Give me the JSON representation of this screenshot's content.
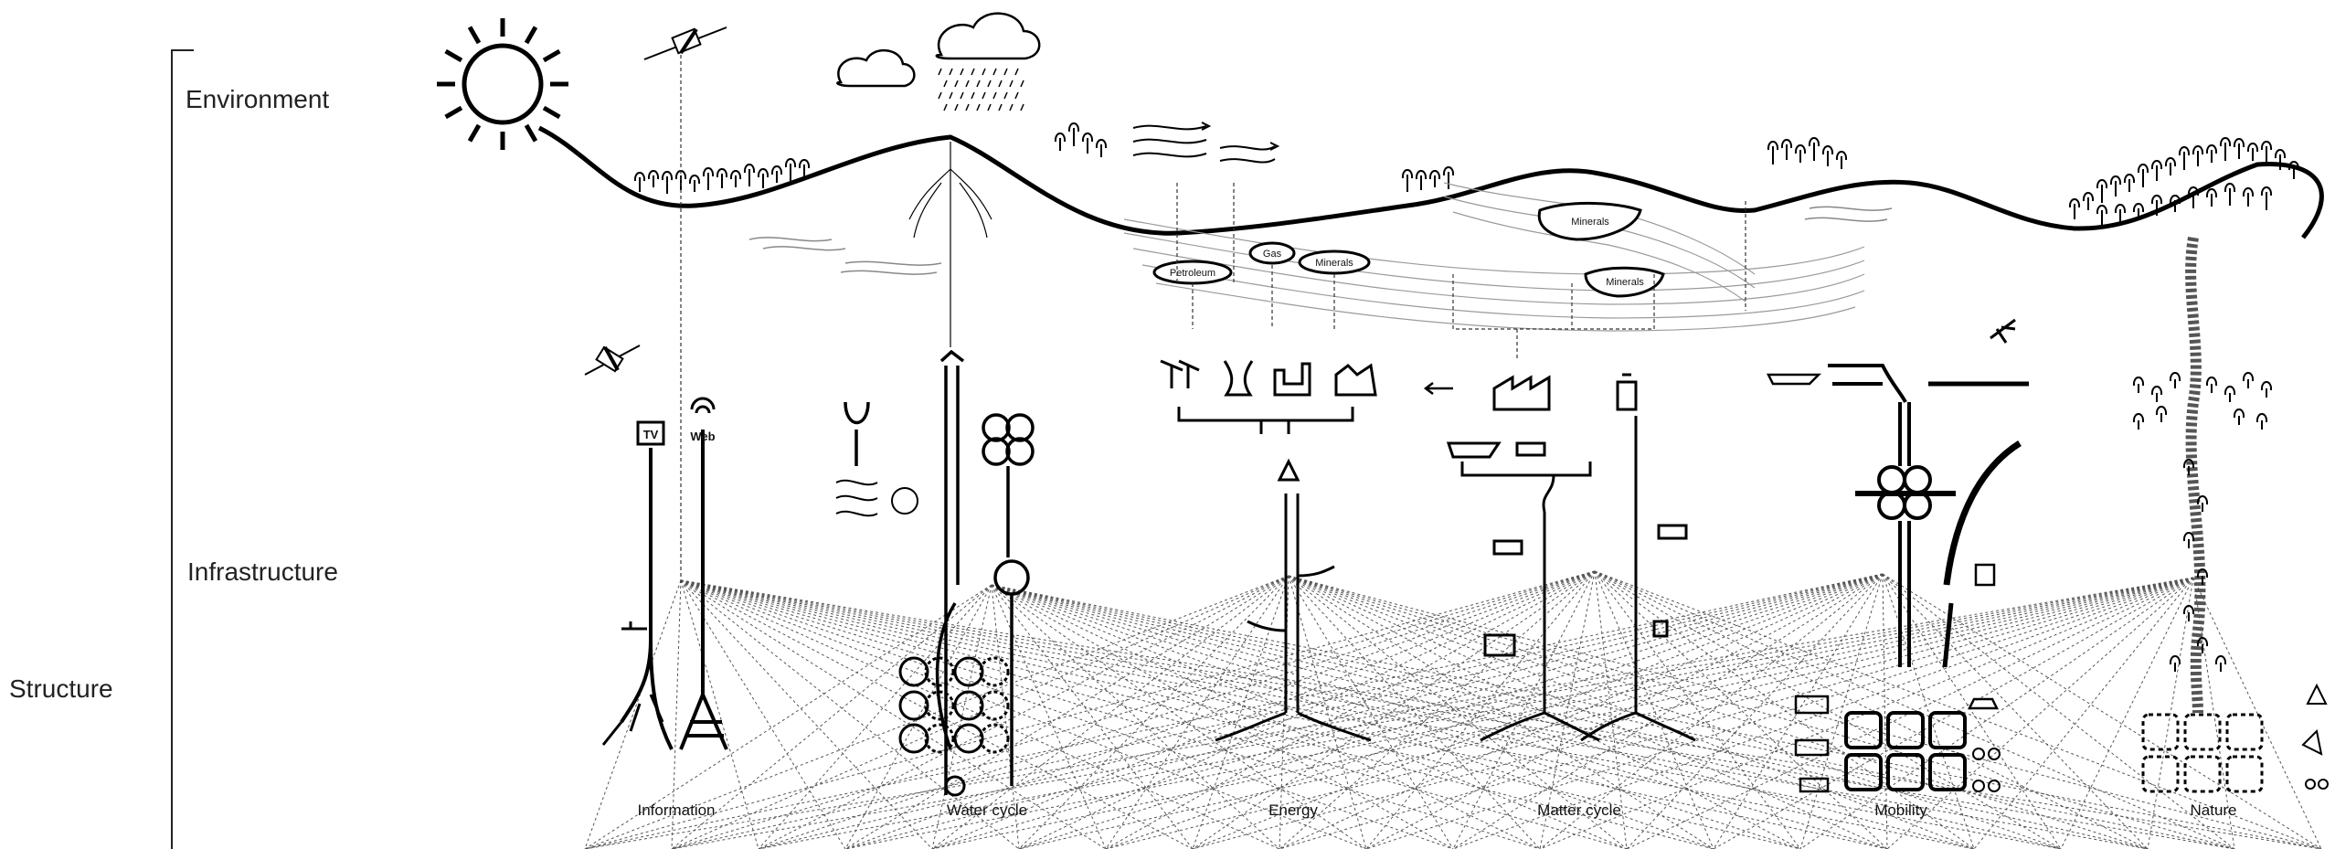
{
  "levels": {
    "environment": "Environment",
    "infrastructure": "Infrastructure",
    "structure": "Structure"
  },
  "systems": [
    "Information",
    "Water cycle",
    "Energy",
    "Matter cycle",
    "Mobility",
    "Nature"
  ],
  "resources": {
    "petroleum": "Petroleum",
    "gas": "Gas",
    "minerals_1": "Minerals",
    "minerals_2": "Minerals",
    "minerals_3": "Minerals"
  },
  "icons": {
    "tv": "TV",
    "web": "Web"
  },
  "colors": {
    "ink": "#111111",
    "background": "#ffffff",
    "hatch": "#9a9a9a"
  }
}
